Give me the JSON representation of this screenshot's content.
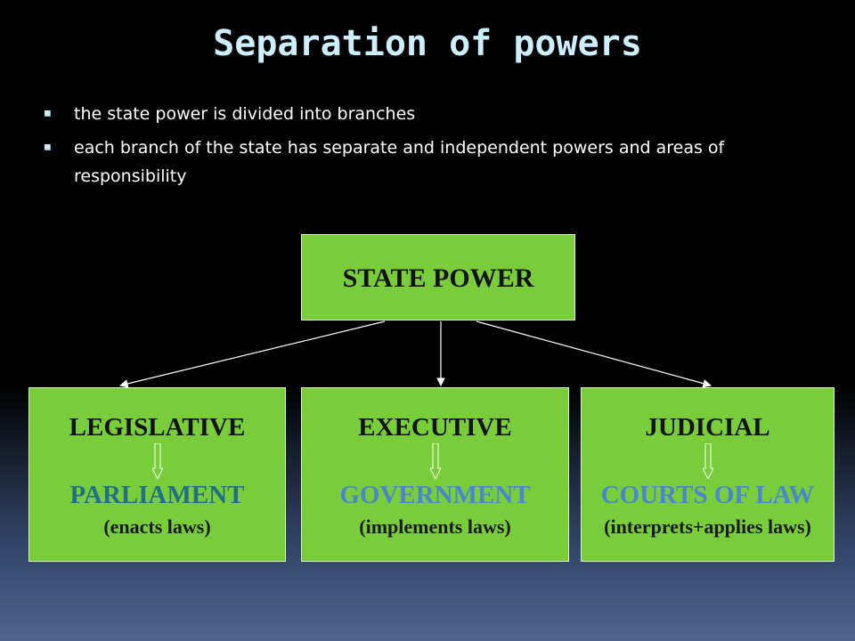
{
  "slide": {
    "title": "Separation of powers",
    "bullets": [
      "the state power is divided into branches",
      "each branch of the state has separate and independent powers and areas of responsibility"
    ]
  },
  "diagram": {
    "root": {
      "label": "STATE POWER"
    },
    "branches": [
      {
        "name": "LEGISLATIVE",
        "body": "PARLIAMENT",
        "role": "(enacts laws)"
      },
      {
        "name": "EXECUTIVE",
        "body": "GOVERNMENT",
        "role": "(implements laws)"
      },
      {
        "name": "JUDICIAL",
        "body": "COURTS OF LAW",
        "role": "(interprets+applies laws)"
      }
    ]
  },
  "colors": {
    "background": "#000000",
    "background_bottom": "#4f6590",
    "title": "#cdeefc",
    "box_fill": "#7acd3a",
    "legislative_body": "#1f6f86",
    "other_body": "#4a88ce"
  }
}
